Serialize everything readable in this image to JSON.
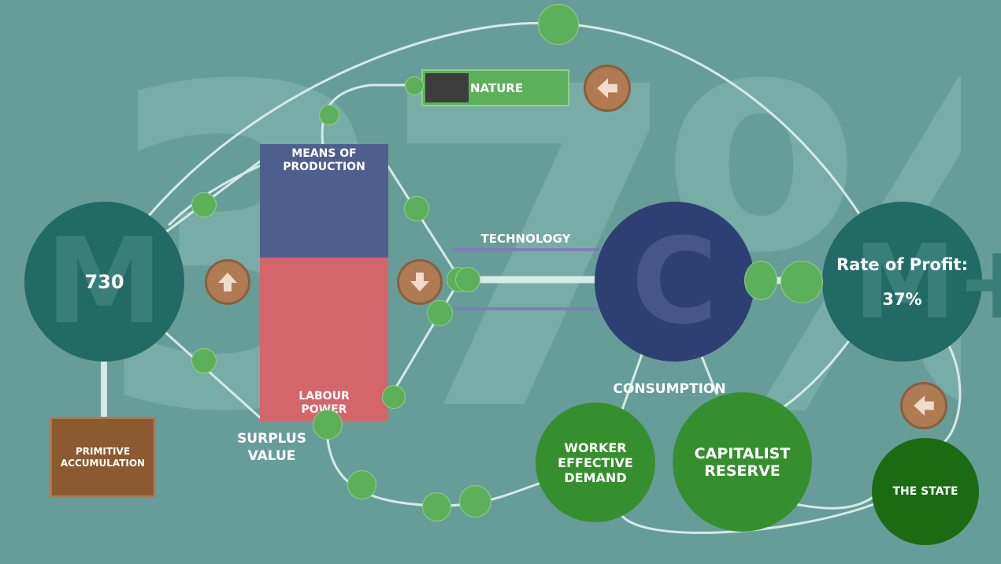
{
  "background_digits": "37%",
  "money_node": {
    "value": "730",
    "watermark": "M"
  },
  "profit_node": {
    "label": "Rate of Profit:",
    "value": "37%",
    "watermark": "M+"
  },
  "commodity_node": {
    "watermark": "C"
  },
  "production_bar": {
    "means_label": "MEANS OF PRODUCTION",
    "labour_label": "LABOUR POWER",
    "means_fraction": 0.41
  },
  "nature": {
    "label": "NATURE",
    "fill_fraction": 0.3
  },
  "technology_label": "TECHNOLOGY",
  "consumption_label": "CONSUMPTION",
  "surplus_value_label": "SURPLUS VALUE",
  "primitive_accumulation_label": "PRIMITIVE ACCUMULATION",
  "worker_demand_label": "WORKER EFFECTIVE DEMAND",
  "capitalist_reserve_label": "CAPITALIST RESERVE",
  "state_label": "THE STATE",
  "colors": {
    "background": "#679d98",
    "money_node": "#226a65",
    "commodity_node": "#2e3f73",
    "means_of_production": "#4e5f8e",
    "labour_power": "#d4656b",
    "flow_dot": "#5cb05a",
    "consumption_green": "#368f2f",
    "state_green": "#1b6b12",
    "accumulation_brown": "#8b5a30",
    "arrow_button": "#b07a52"
  },
  "icons": [
    "arrow-up-icon",
    "arrow-down-icon",
    "arrow-left-icon"
  ]
}
